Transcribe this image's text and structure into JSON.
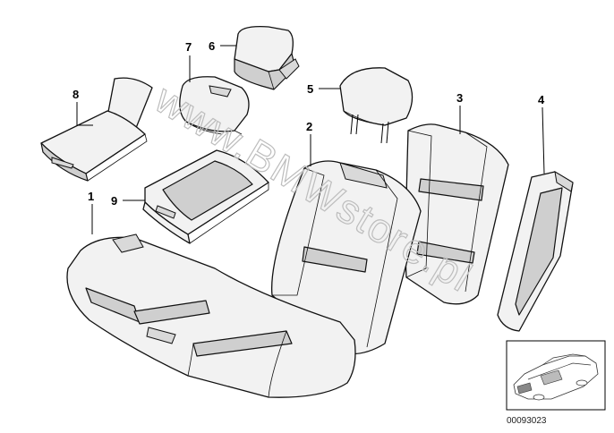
{
  "diagram": {
    "watermark": "www.BMWstore.pl",
    "reference_number": "00093023",
    "callouts": [
      {
        "id": "1",
        "label": "1"
      },
      {
        "id": "2",
        "label": "2"
      },
      {
        "id": "3",
        "label": "3"
      },
      {
        "id": "4",
        "label": "4"
      },
      {
        "id": "5",
        "label": "5"
      },
      {
        "id": "6",
        "label": "6"
      },
      {
        "id": "7",
        "label": "7"
      },
      {
        "id": "8",
        "label": "8"
      },
      {
        "id": "9",
        "label": "9"
      }
    ],
    "inset": {
      "icon": "car-silhouette-icon"
    }
  }
}
